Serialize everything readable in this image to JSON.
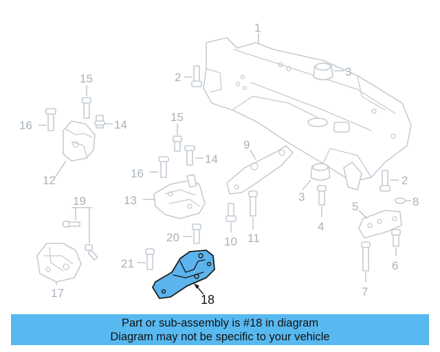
{
  "callouts": {
    "c1": "1",
    "c2a": "2",
    "c2b": "2",
    "c3a": "3",
    "c3b": "3",
    "c4": "4",
    "c5": "5",
    "c6": "6",
    "c7": "7",
    "c8": "8",
    "c9": "9",
    "c10": "10",
    "c11": "11",
    "c12": "12",
    "c13": "13",
    "c14a": "14",
    "c14b": "14",
    "c15a": "15",
    "c15b": "15",
    "c16a": "16",
    "c16b": "16",
    "c17": "17",
    "c18": "18",
    "c19": "19",
    "c20": "20",
    "c21": "21"
  },
  "highlighted_part": "18",
  "banner": {
    "line1": "Part or sub-assembly is #18 in diagram",
    "line2": "Diagram may not be specific to your vehicle"
  },
  "colors": {
    "highlight_fill": "#5bb4ec",
    "banner_background": "#58b9f0",
    "callout_text": "#a9b1ba",
    "part_outline": "#c4cbd3"
  }
}
